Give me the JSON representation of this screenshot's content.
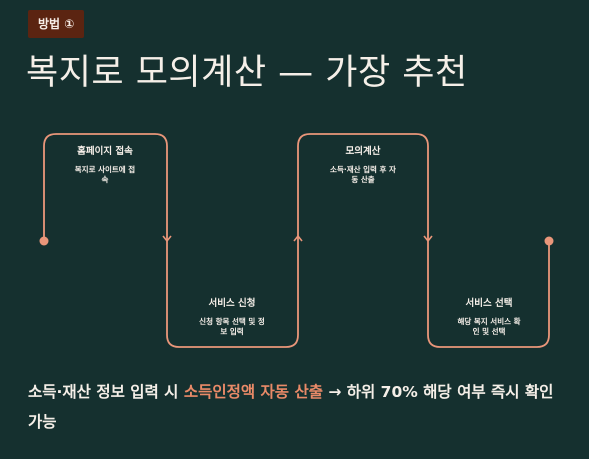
{
  "badge": {
    "label": "방법 ①"
  },
  "title": "복지로 모의계산 — 가장 추천",
  "colors": {
    "background": "#15302f",
    "badge": "#5b2411",
    "accent": "#e9967a",
    "highlight": "#e98a68"
  },
  "steps": [
    {
      "title": "홈페이지 접속",
      "desc_lines": [
        "복지로 사이트에 접",
        "속"
      ]
    },
    {
      "title": "서비스 신청",
      "desc_lines": [
        "신청 항목 선택 및 정",
        "보 입력"
      ]
    },
    {
      "title": "모의계산",
      "desc_lines": [
        "소득·재산 입력 후 자",
        "동 산출"
      ]
    },
    {
      "title": "서비스 선택",
      "desc_lines": [
        "해당 복지 서비스 확",
        "인 및 선택"
      ]
    }
  ],
  "summary": {
    "before": "소득·재산 정보 입력 시 ",
    "highlight": "소득인정액 자동 산출",
    "after": " → 하위 70% 해당 여부 즉시 확인 가능"
  }
}
